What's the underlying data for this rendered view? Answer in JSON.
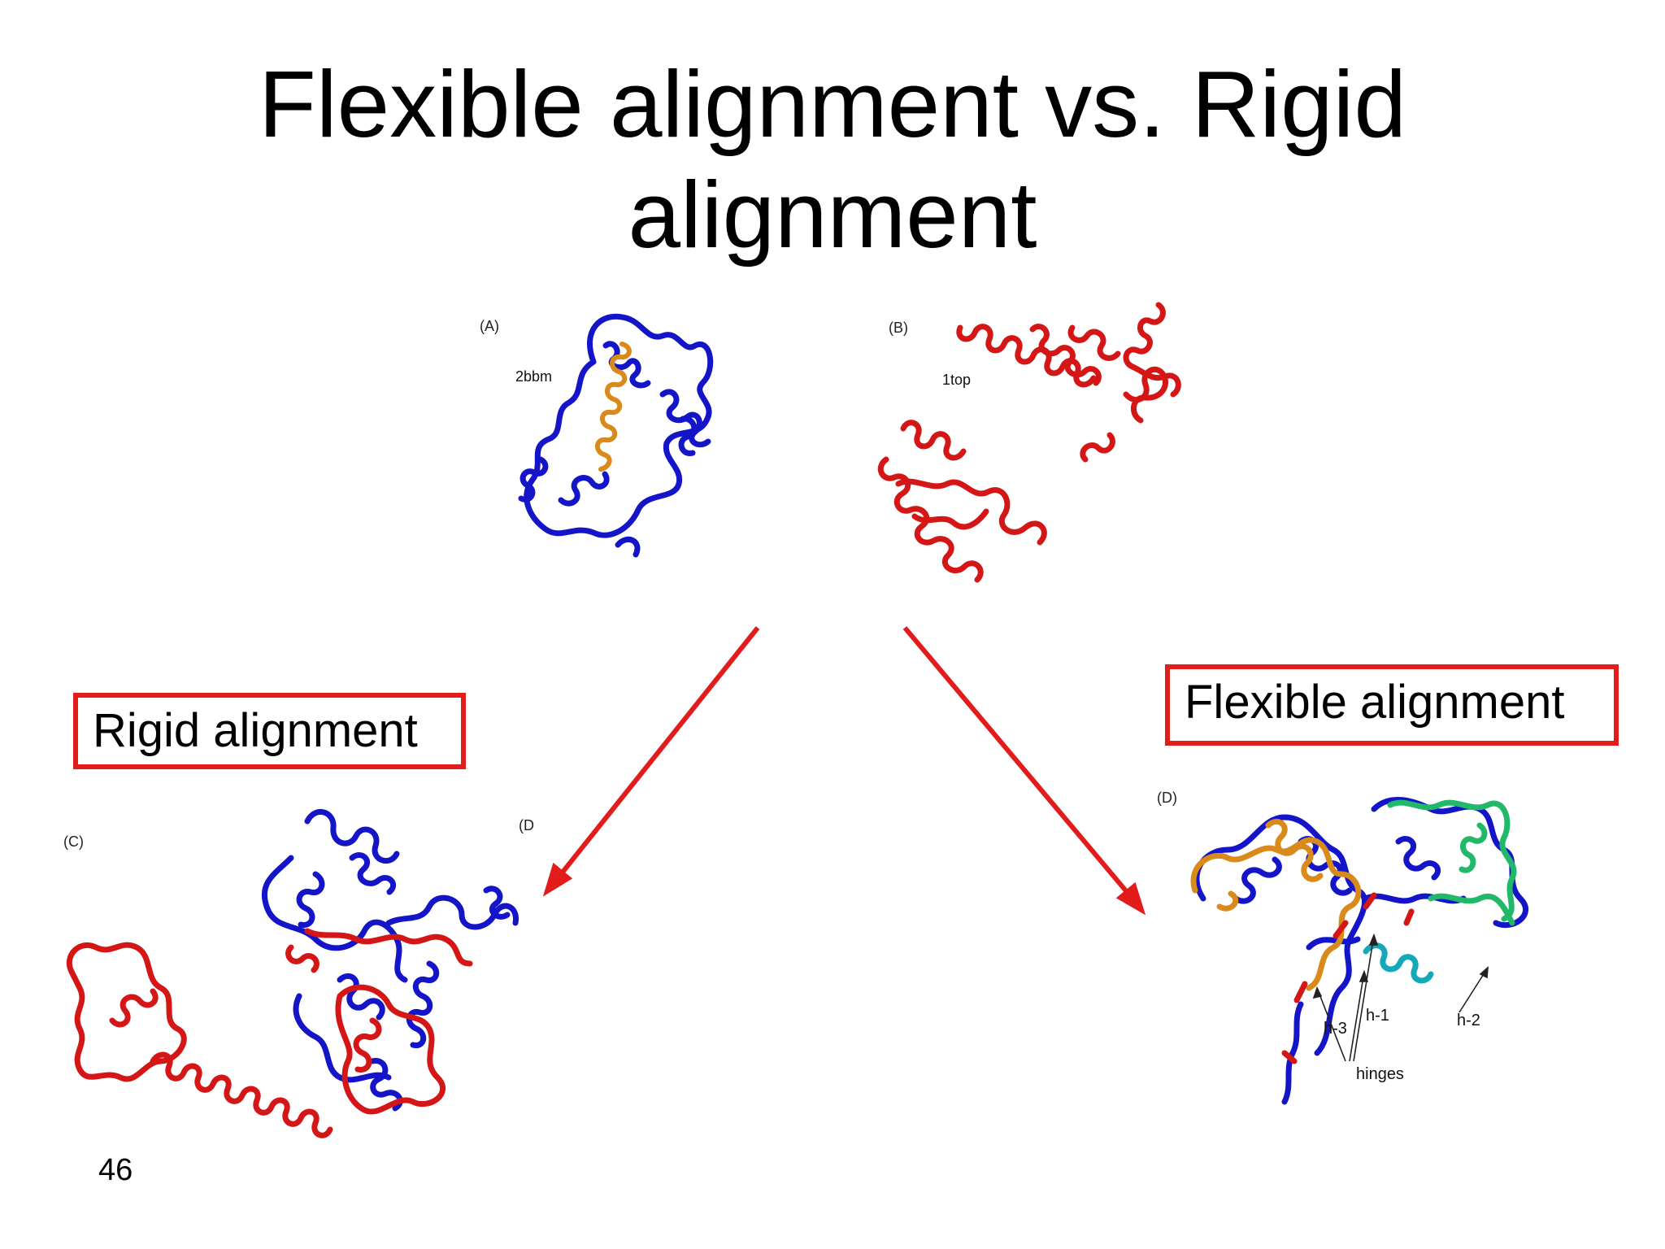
{
  "slide": {
    "title_line1": "Flexible alignment vs. Rigid",
    "title_line2": "alignment",
    "page_number": "46"
  },
  "panels": {
    "a": {
      "label": "(A)",
      "molecule": "2bbm"
    },
    "b": {
      "label": "(B)",
      "molecule": "1top"
    },
    "c": {
      "label": "(C)",
      "clipped_label": "(D"
    },
    "d": {
      "label": "(D)",
      "annotations": [
        "h-3",
        "h-1",
        "h-2",
        "hinges"
      ]
    }
  },
  "callouts": {
    "rigid": "Rigid alignment",
    "flexible": "Flexible alignment"
  },
  "colors": {
    "arrow": "#e21b1b",
    "box_border": "#e21b1b",
    "chain_blue": "#1414c8",
    "chain_red": "#d41616",
    "chain_orange": "#d98a1a",
    "chain_green": "#22b86a",
    "chain_cyan": "#14a8b8"
  }
}
